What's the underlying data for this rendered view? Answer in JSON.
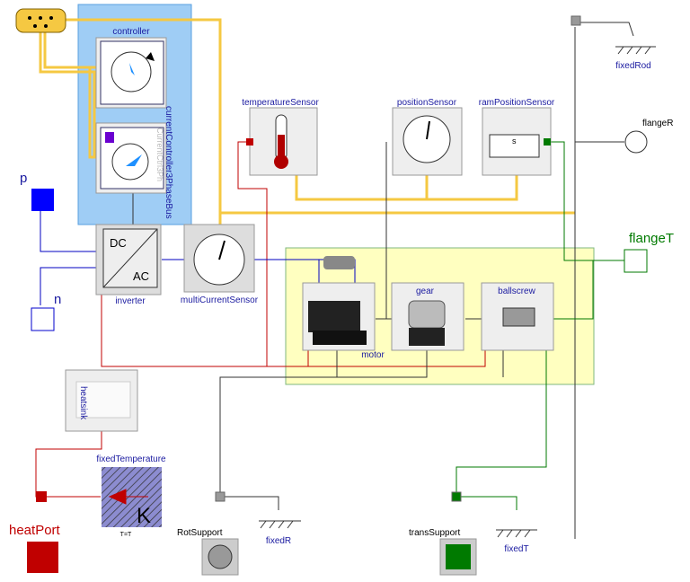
{
  "labels": {
    "controller": "controller",
    "bus": "currentController3PhaseBus",
    "ctrl3ph": "CurrentCtrl3Ph",
    "temperatureSensor": "temperatureSensor",
    "positionSensor": "positionSensor",
    "ramPositionSensor": "ramPositionSensor",
    "ramSymbol": "s",
    "fixedRod": "fixedRod",
    "flangeR": "flangeR",
    "flangeT": "flangeT",
    "p": "p",
    "n": "n",
    "dc": "DC",
    "ac": "AC",
    "inverter": "inverter",
    "multiCurrentSensor": "multiCurrentSensor",
    "motor": "motor",
    "gear": "gear",
    "ballscrew": "ballscrew",
    "heatsink": "heatsink",
    "fixedTemperature": "fixedTemperature",
    "kelvin": "K",
    "tEq": "T=T",
    "heatPort": "heatPort",
    "rotSupport": "RotSupport",
    "fixedR": "fixedR",
    "transSupport": "transSupport",
    "fixedT": "fixedT"
  },
  "colors": {
    "bus": "#f5c842",
    "heat": "#c00000",
    "elec": "#0000ff",
    "transl": "#007a00",
    "controllerBg": "#9fcdf5",
    "mechBg": "#ffffc0"
  }
}
